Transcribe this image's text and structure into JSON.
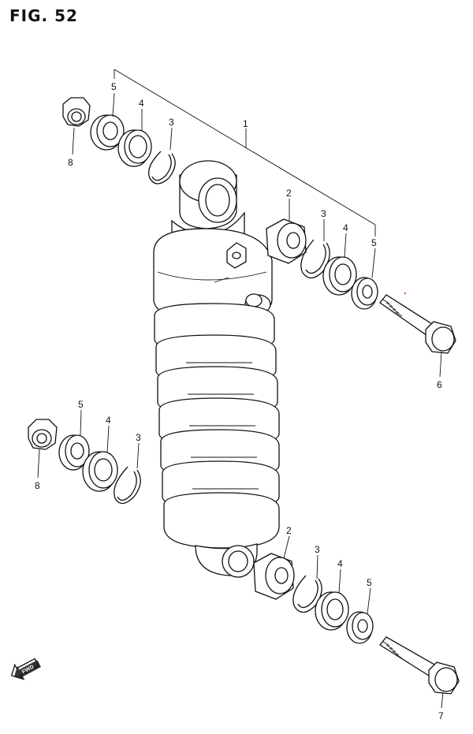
{
  "figure": {
    "title": "FIG. 52"
  },
  "fwd_arrow": {
    "label": "FWD",
    "icon": "forward-arrow-icon"
  },
  "callouts": [
    {
      "id": "c1",
      "label": "1"
    },
    {
      "id": "c5a",
      "label": "5"
    },
    {
      "id": "c4a",
      "label": "4"
    },
    {
      "id": "c3a",
      "label": "3"
    },
    {
      "id": "c8a",
      "label": "8"
    },
    {
      "id": "c2a",
      "label": "2"
    },
    {
      "id": "c3b",
      "label": "3"
    },
    {
      "id": "c4b",
      "label": "4"
    },
    {
      "id": "c5b",
      "label": "5"
    },
    {
      "id": "c6",
      "label": "6"
    },
    {
      "id": "c5c",
      "label": "5"
    },
    {
      "id": "c4c",
      "label": "4"
    },
    {
      "id": "c3c",
      "label": "3"
    },
    {
      "id": "c8b",
      "label": "8"
    },
    {
      "id": "c2b",
      "label": "2"
    },
    {
      "id": "c3d",
      "label": "3"
    },
    {
      "id": "c4d",
      "label": "4"
    },
    {
      "id": "c5d",
      "label": "5"
    },
    {
      "id": "c7",
      "label": "7"
    }
  ]
}
